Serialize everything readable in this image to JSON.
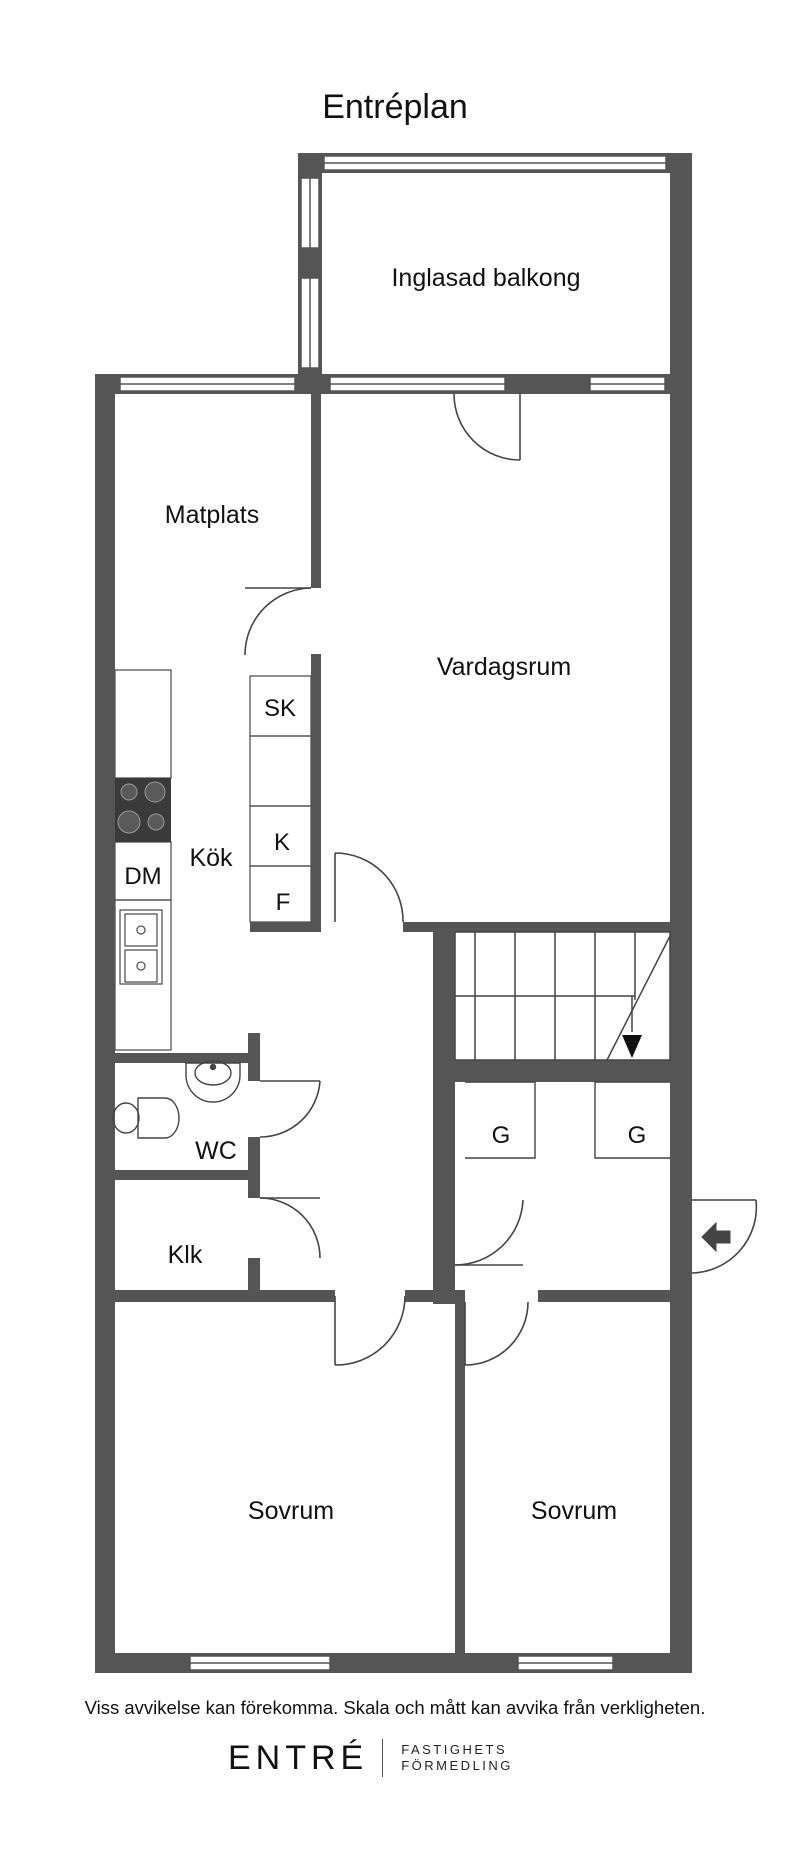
{
  "title": "Entréplan",
  "rooms": {
    "balcony": "Inglasad balkong",
    "dining": "Matplats",
    "living": "Vardagsrum",
    "kitchen": "Kök",
    "wardrobe_sk": "SK",
    "wardrobe_k": "K",
    "wardrobe_f": "F",
    "dishwasher": "DM",
    "wc": "WC",
    "closet": "Klk",
    "storage_g1": "G",
    "storage_g2": "G",
    "bedroom_1": "Sovrum",
    "bedroom_2": "Sovrum"
  },
  "disclaimer": "Viss avvikelse kan förekomma. Skala och mått kan avvika från verkligheten.",
  "logo": {
    "name": "ENTRÉ",
    "line1": "FASTIGHETS",
    "line2": "FÖRMEDLING"
  },
  "colors": {
    "wall": "#555555",
    "line": "#444444",
    "appliance": "#3a3a3a"
  }
}
